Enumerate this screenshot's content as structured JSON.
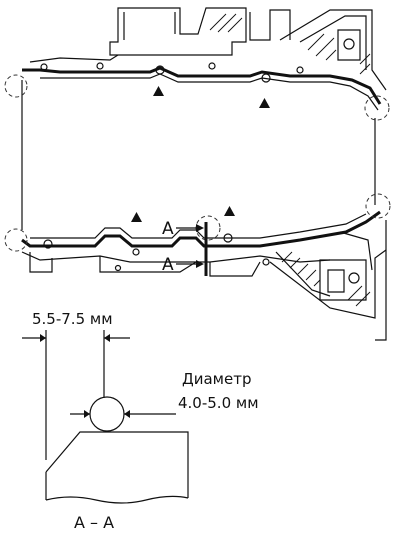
{
  "labels": {
    "section_marker": "A",
    "gap_spec": "5.5-7.5 мм",
    "diameter_title": "Диаметр",
    "diameter_spec": "4.0-5.0 мм",
    "section_title": "A – A"
  },
  "icons": {
    "marker": "filled-triangle",
    "zoom_circle": "dashed-circle"
  }
}
